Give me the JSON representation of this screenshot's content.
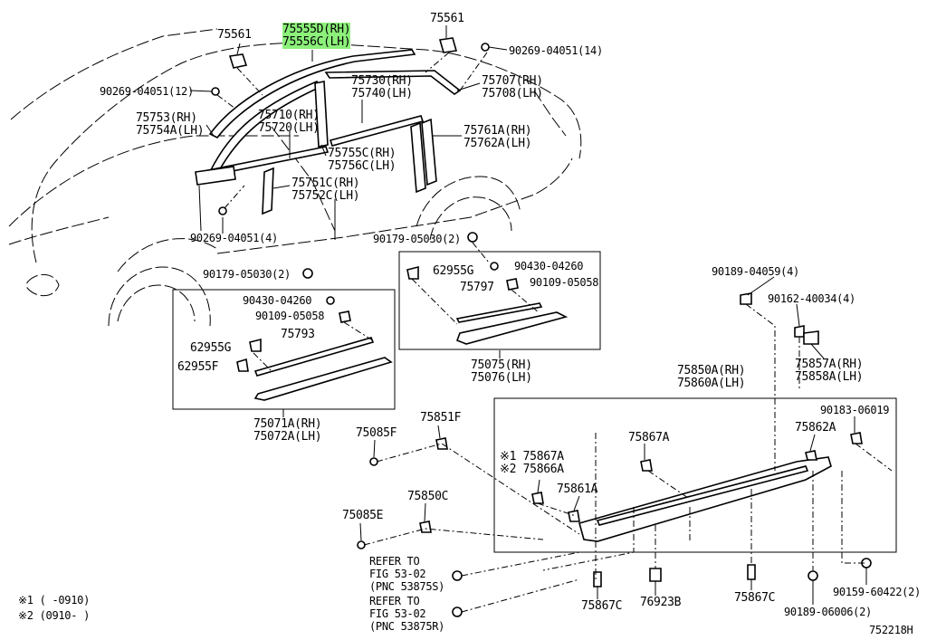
{
  "labels": {
    "p75561_left": "75561",
    "p75555d": "75555D(RH)",
    "p75556c": "75556C(LH)",
    "p75561_right": "75561",
    "p90269_14": "90269-04051(14)",
    "p90269_12": "90269-04051(12)",
    "p75730": "75730(RH)",
    "p75740": "75740(LH)",
    "p75707": "75707(RH)",
    "p75708": "75708(LH)",
    "p75753": "75753(RH)",
    "p75754a": "75754A(LH)",
    "p75710": "75710(RH)",
    "p75720": "75720(LH)",
    "p75761a": "75761A(RH)",
    "p75762a": "75762A(LH)",
    "p75755c": "75755C(RH)",
    "p75756c": "75756C(LH)",
    "p75751c": "75751C(RH)",
    "p75752c": "75752C(LH)",
    "p90269_4": "90269-04051(4)",
    "p90179_2_top": "90179-05030(2)",
    "p62955g_rear": "62955G",
    "p90430_rear": "90430-04260",
    "p75797": "75797",
    "p90109_rear": "90109-05058",
    "p90179_2_front": "90179-05030(2)",
    "p90430_front": "90430-04260",
    "p90109_front": "90109-05058",
    "p62955g_front": "62955G",
    "p75793": "75793",
    "p62955f": "62955F",
    "p75075": "75075(RH)",
    "p75076": "75076(LH)",
    "p75071a": "75071A(RH)",
    "p75072a": "75072A(LH)",
    "p90189_4": "90189-04059(4)",
    "p90162_4": "90162-40034(4)",
    "p75857a": "75857A(RH)",
    "p75858a": "75858A(LH)",
    "p75850a": "75850A(RH)",
    "p75860a": "75860A(LH)",
    "p90183": "90183-06019",
    "p75862a": "75862A",
    "p75085f": "75085F",
    "p75851f": "75851F",
    "p75867a_note": "※1 75867A",
    "p75866a_note": "※2 75866A",
    "p75867a": "75867A",
    "p75861a": "75861A",
    "p75085e": "75085E",
    "p75850c": "75850C",
    "refer1_a": "REFER TO",
    "refer1_b": "FIG 53-02",
    "refer1_c": "(PNC 53875S)",
    "refer2_a": "REFER TO",
    "refer2_b": "FIG 53-02",
    "refer2_c": "(PNC 53875R)",
    "p75867c_left": "75867C",
    "p76923b": "76923B",
    "p75867c_right": "75867C",
    "p90159": "90159-60422(2)",
    "p90189_2": "90189-06006(2)",
    "note1": "※1 (    -0910)",
    "note2": "※2 (0910-    )",
    "diagram_id": "752218H"
  },
  "highlight_color": "#8cf07a"
}
